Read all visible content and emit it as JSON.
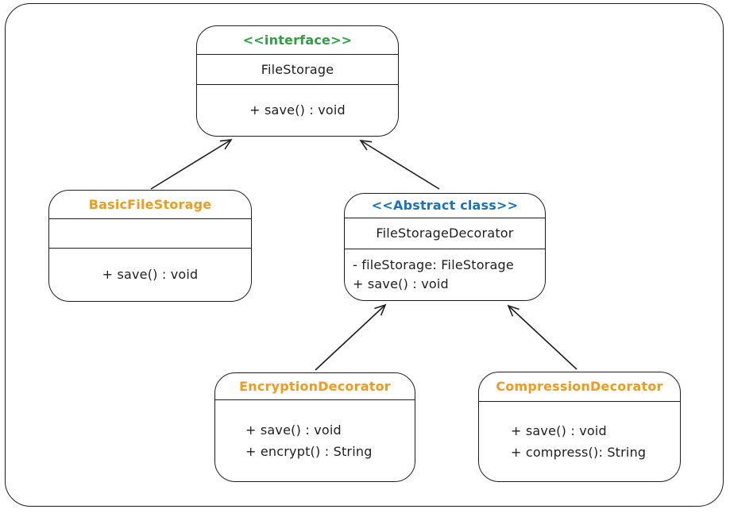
{
  "palette": {
    "stroke": "#1e1e1e",
    "green": "#2f9e44",
    "blue": "#1971c2",
    "orange": "#f09a1e",
    "bg": "#ffffff"
  },
  "diagram": {
    "type": "uml-class-diagram",
    "classes": [
      {
        "stereotype": "<<interface>>",
        "name": "FileStorage",
        "attributes": [],
        "methods": [
          "+ save() : void"
        ]
      },
      {
        "stereotype": "",
        "name": "BasicFileStorage",
        "attributes": [],
        "methods": [
          "+ save() : void"
        ]
      },
      {
        "stereotype": "<<Abstract class>>",
        "name": "FileStorageDecorator",
        "attributes": [
          "- fileStorage: FileStorage"
        ],
        "methods": [
          "+ save() : void"
        ]
      },
      {
        "stereotype": "",
        "name": "EncryptionDecorator",
        "attributes": [],
        "methods": [
          "+ save() : void",
          "+ encrypt() : String"
        ]
      },
      {
        "stereotype": "",
        "name": "CompressionDecorator",
        "attributes": [],
        "methods": [
          "+ save() : void",
          "+ compress(): String"
        ]
      }
    ],
    "relationships": [
      {
        "type": "inheritance",
        "from": "BasicFileStorage",
        "to": "FileStorage"
      },
      {
        "type": "inheritance",
        "from": "FileStorageDecorator",
        "to": "FileStorage"
      },
      {
        "type": "inheritance",
        "from": "EncryptionDecorator",
        "to": "FileStorageDecorator"
      },
      {
        "type": "inheritance",
        "from": "CompressionDecorator",
        "to": "FileStorageDecorator"
      }
    ]
  }
}
